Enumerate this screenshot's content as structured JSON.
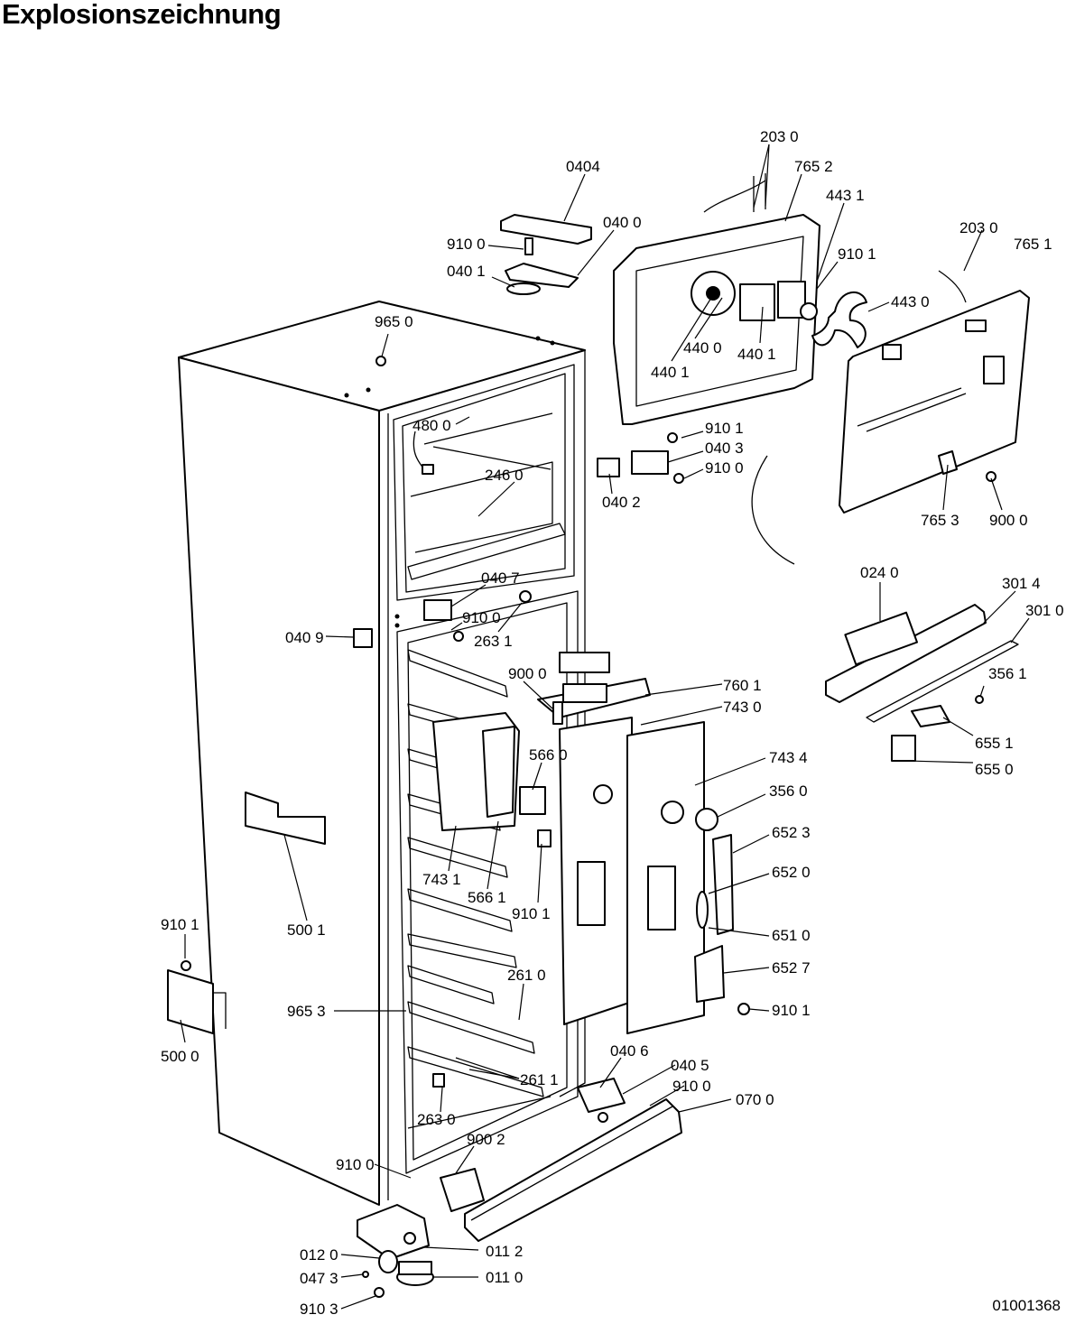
{
  "title": "Explosionszeichnung",
  "document_number": "01001368",
  "part_labels": [
    {
      "id": "0404",
      "text": "0404"
    },
    {
      "id": "2030a",
      "text": "203 0"
    },
    {
      "id": "7652",
      "text": "765 2"
    },
    {
      "id": "4431",
      "text": "443 1"
    },
    {
      "id": "0400",
      "text": "040 0"
    },
    {
      "id": "9100a",
      "text": "910 0"
    },
    {
      "id": "0401",
      "text": "040 1"
    },
    {
      "id": "2030b",
      "text": "203 0"
    },
    {
      "id": "7651",
      "text": "765 1"
    },
    {
      "id": "9101a",
      "text": "910 1"
    },
    {
      "id": "4430",
      "text": "443 0"
    },
    {
      "id": "4400",
      "text": "440 0"
    },
    {
      "id": "4401a",
      "text": "440 1"
    },
    {
      "id": "4401b",
      "text": "440 1"
    },
    {
      "id": "9650",
      "text": "965 0"
    },
    {
      "id": "4800",
      "text": "480 0"
    },
    {
      "id": "9101b",
      "text": "910 1"
    },
    {
      "id": "0403",
      "text": "040 3"
    },
    {
      "id": "9100b",
      "text": "910 0"
    },
    {
      "id": "2460",
      "text": "246 0"
    },
    {
      "id": "0402",
      "text": "040 2"
    },
    {
      "id": "7653",
      "text": "765 3"
    },
    {
      "id": "9000a",
      "text": "900 0"
    },
    {
      "id": "0240",
      "text": "024 0"
    },
    {
      "id": "3014",
      "text": "301 4"
    },
    {
      "id": "3010",
      "text": "301 0"
    },
    {
      "id": "0407",
      "text": "040 7"
    },
    {
      "id": "9100c",
      "text": "910 0"
    },
    {
      "id": "2631",
      "text": "263 1"
    },
    {
      "id": "0409",
      "text": "040 9"
    },
    {
      "id": "9000b",
      "text": "900 0"
    },
    {
      "id": "7601",
      "text": "760 1"
    },
    {
      "id": "7430",
      "text": "743 0"
    },
    {
      "id": "3561",
      "text": "356 1"
    },
    {
      "id": "6551",
      "text": "655 1"
    },
    {
      "id": "6550",
      "text": "655 0"
    },
    {
      "id": "5660",
      "text": "566 0"
    },
    {
      "id": "7434",
      "text": "743 4"
    },
    {
      "id": "3560",
      "text": "356 0"
    },
    {
      "id": "6523",
      "text": "652 3"
    },
    {
      "id": "6520",
      "text": "652 0"
    },
    {
      "id": "7431",
      "text": "743 1"
    },
    {
      "id": "5661",
      "text": "566 1"
    },
    {
      "id": "9101c",
      "text": "910 1"
    },
    {
      "id": "9101d",
      "text": "910 1"
    },
    {
      "id": "5001",
      "text": "500 1"
    },
    {
      "id": "6510",
      "text": "651 0"
    },
    {
      "id": "6527",
      "text": "652 7"
    },
    {
      "id": "2610",
      "text": "261 0"
    },
    {
      "id": "9653",
      "text": "965 3"
    },
    {
      "id": "9101e",
      "text": "910 1"
    },
    {
      "id": "5000",
      "text": "500 0"
    },
    {
      "id": "2611",
      "text": "261 1"
    },
    {
      "id": "0406",
      "text": "040 6"
    },
    {
      "id": "0405",
      "text": "040 5"
    },
    {
      "id": "9100d",
      "text": "910 0"
    },
    {
      "id": "0700",
      "text": "070 0"
    },
    {
      "id": "2630",
      "text": "263 0"
    },
    {
      "id": "9002",
      "text": "900 2"
    },
    {
      "id": "9100e",
      "text": "910 0"
    },
    {
      "id": "0112",
      "text": "011 2"
    },
    {
      "id": "0120",
      "text": "012 0"
    },
    {
      "id": "0473",
      "text": "047 3"
    },
    {
      "id": "0110",
      "text": "011 0"
    },
    {
      "id": "9103",
      "text": "910 3"
    }
  ]
}
